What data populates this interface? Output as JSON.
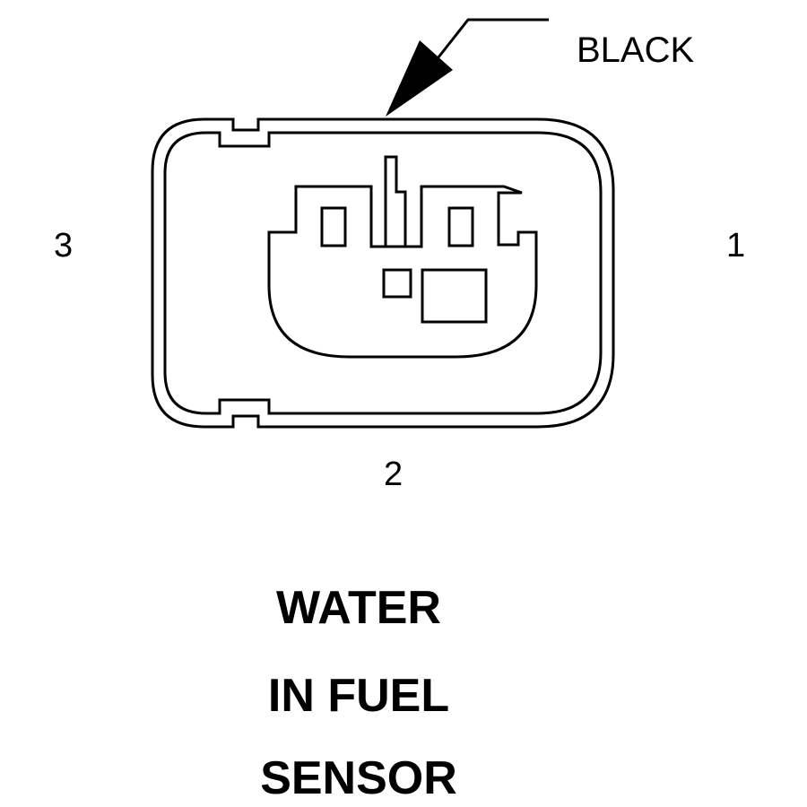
{
  "connector": {
    "color_label": "BLACK",
    "pin_labels": {
      "left": "3",
      "right": "1",
      "bottom": "2"
    }
  },
  "title": {
    "lines": [
      "WATER",
      "IN FUEL",
      "SENSOR"
    ]
  },
  "colors": {
    "stroke": "#000000",
    "background": "#ffffff"
  }
}
